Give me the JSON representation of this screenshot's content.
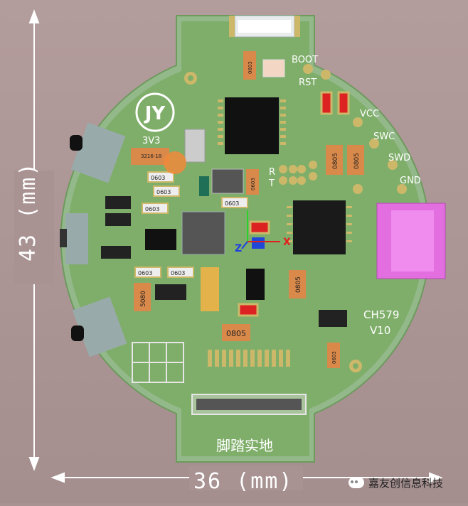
{
  "board": {
    "name": "CH579",
    "version": "V10",
    "footer_label": "脚踏实地",
    "logo_text": "JY",
    "silk_3v3": "3V3",
    "silk_r": "R",
    "silk_t": "T",
    "test_pads": [
      "BOOT",
      "RST",
      "VCC",
      "SWC",
      "SWD",
      "GND"
    ],
    "part_0603": "0603",
    "part_0805": "0805",
    "part_0603_vert": "0603",
    "part_3216": "3216-18",
    "part_5080": "5080",
    "axis_x": "X",
    "axis_z": "Z"
  },
  "dimensions": {
    "width": "36 (mm)",
    "height": "43 (mm)"
  },
  "watermark": {
    "text": "嘉友创信息科技",
    "icon": "wechat-icon"
  },
  "colors": {
    "pcb": "#7fae6a",
    "pcb_edge": "#93b98a",
    "chip": "#111111",
    "pad": "#cdb86a",
    "usb": "#e26ee0",
    "capacitor": "#d9894a"
  }
}
